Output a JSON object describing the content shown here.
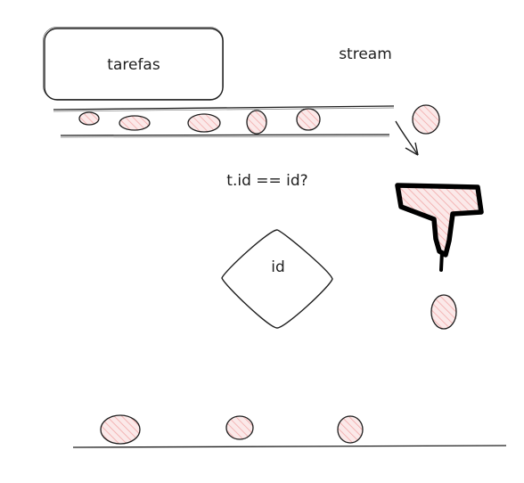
{
  "labels": {
    "tasks_box": "tarefas",
    "stream": "stream",
    "filter_condition": "t.id == id?",
    "id_diamond": "id"
  },
  "colors": {
    "stroke": "#1e1e1e",
    "item_fill": "#ffc9c9",
    "background": "#ffffff"
  },
  "icons": {
    "filter": "funnel-t-shape",
    "flow": "arrow-down-right"
  }
}
